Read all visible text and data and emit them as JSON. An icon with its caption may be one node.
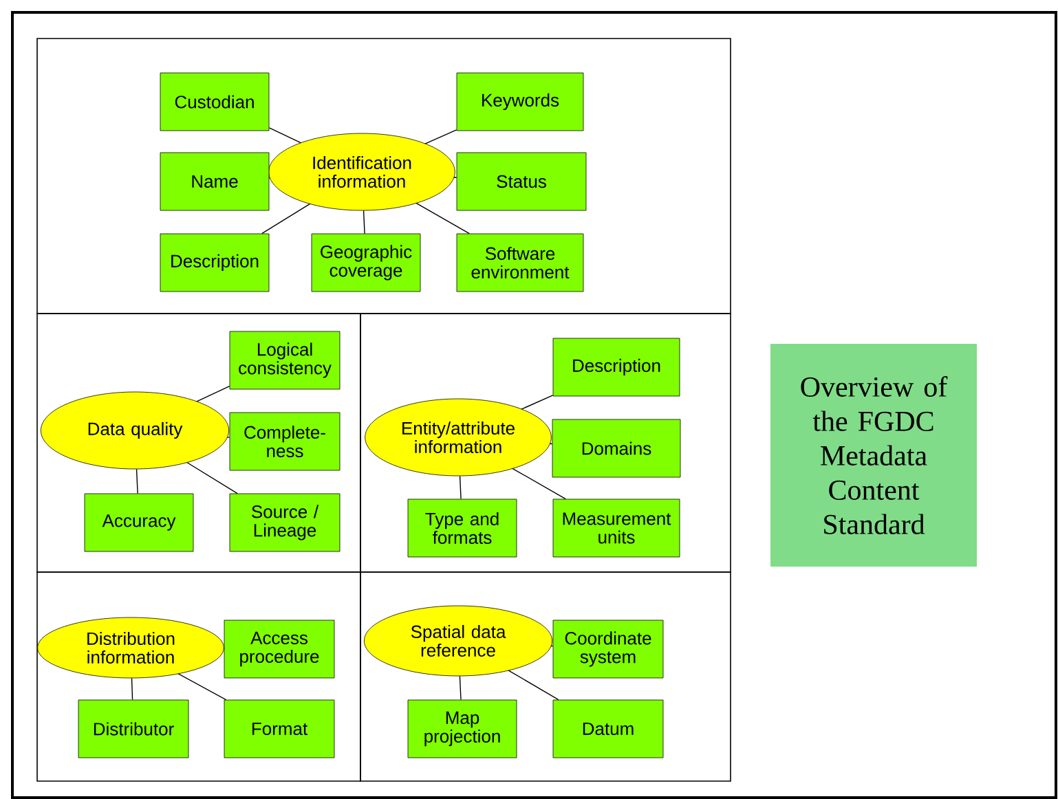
{
  "diagram": {
    "nodes": [
      {
        "text": [
          "Identification information"
        ]
      },
      {
        "text": [
          "Custodian"
        ]
      },
      {
        "text": [
          "Name"
        ]
      },
      {
        "text": [
          "Description"
        ]
      },
      {
        "text": [
          "Geographic coverage"
        ]
      },
      {
        "text": [
          "Keywords"
        ]
      },
      {
        "text": [
          "Status"
        ]
      },
      {
        "text": [
          "Software environment"
        ]
      },
      {
        "text": [
          "Data quality"
        ]
      },
      {
        "text": [
          "Logical consistency"
        ]
      },
      {
        "text": [
          "Complete-ness"
        ]
      },
      {
        "text": [
          "Accuracy"
        ]
      },
      {
        "text": [
          "Source / Lineage"
        ]
      },
      {
        "text": [
          "Entity/attribute information"
        ]
      },
      {
        "text": [
          "Description"
        ]
      },
      {
        "text": [
          "Domains"
        ]
      },
      {
        "text": [
          "Type and formats"
        ]
      },
      {
        "text": [
          "Measurement units"
        ]
      },
      {
        "text": [
          "Distribution information"
        ]
      },
      {
        "text": [
          "Access procedure"
        ]
      },
      {
        "text": [
          "Distributor"
        ]
      },
      {
        "text": [
          "Format"
        ]
      },
      {
        "text": [
          "Spatial data reference"
        ]
      },
      {
        "text": [
          "Coordinate system"
        ]
      },
      {
        "text": [
          "Map projection"
        ]
      },
      {
        "text": [
          "Datum"
        ]
      },
      {
        "text": [
          "Overview of the FGDC Metadata Content Standard"
        ]
      }
    ],
    "edges": [
      {
        "from": 0,
        "to": 1,
        "arrow": "none"
      },
      {
        "from": 0,
        "to": 2,
        "arrow": "none"
      },
      {
        "from": 0,
        "to": 3,
        "arrow": "none"
      },
      {
        "from": 0,
        "to": 4,
        "arrow": "none"
      },
      {
        "from": 0,
        "to": 5,
        "arrow": "none"
      },
      {
        "from": 0,
        "to": 6,
        "arrow": "none"
      },
      {
        "from": 0,
        "to": 7,
        "arrow": "none"
      },
      {
        "from": 8,
        "to": 9,
        "arrow": "none"
      },
      {
        "from": 8,
        "to": 10,
        "arrow": "none"
      },
      {
        "from": 8,
        "to": 11,
        "arrow": "none"
      },
      {
        "from": 8,
        "to": 12,
        "arrow": "none"
      },
      {
        "from": 13,
        "to": 14,
        "arrow": "none"
      },
      {
        "from": 13,
        "to": 15,
        "arrow": "none"
      },
      {
        "from": 13,
        "to": 16,
        "arrow": "none"
      },
      {
        "from": 13,
        "to": 17,
        "arrow": "none"
      },
      {
        "from": 18,
        "to": 19,
        "arrow": "none"
      },
      {
        "from": 18,
        "to": 20,
        "arrow": "none"
      },
      {
        "from": 18,
        "to": 21,
        "arrow": "none"
      },
      {
        "from": 22,
        "to": 23,
        "arrow": "none"
      },
      {
        "from": 22,
        "to": 24,
        "arrow": "none"
      },
      {
        "from": 22,
        "to": 25,
        "arrow": "none"
      }
    ]
  }
}
